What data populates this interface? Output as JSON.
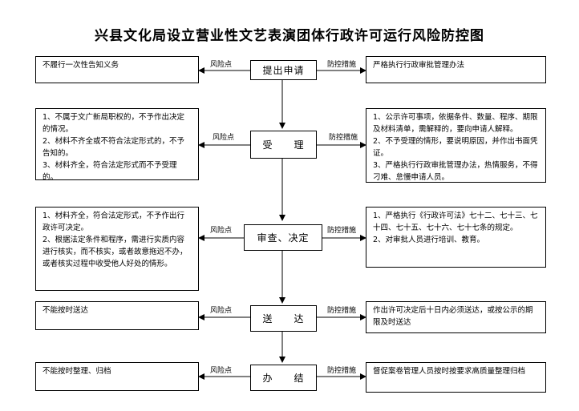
{
  "title": "兴县文化局设立营业性文艺表演团体行政许可运行风险防控图",
  "risk_label": "风险点",
  "measure_label": "防控措施",
  "steps": [
    {
      "name": "提出申请",
      "risk": "不履行一次性告知义务",
      "measure": "严格执行行政审批管理办法"
    },
    {
      "name": "受　　理",
      "risk": "1、不属于文广新局职权的，不予作出决定的情况。\n2、材料不齐全或不符合法定形式的，不予告知的。\n3、材料齐全，符合法定形式而不予受理的。",
      "measure": "1、公示许可事项，依据条件、数量、程序、期限及材料清单，需解释的，要向申请人解释。\n2、不予受理的情形，要说明原因，并作出书面凭证。\n3、严格执行行政审批管理办法，热情服务，不得刁难、怠慢申请人员。"
    },
    {
      "name": "审查、决定",
      "risk": "1、材料齐全，符合法定形式，不予作出行政许可决定。\n2、根据法定条件和程序，需进行实质内容进行核实，而不核实，或者故意拖迟不办，或者核实过程中收受他人好处的情形。",
      "measure": "1、严格执行《行政许可法》七十二、七十三、七十四、七十五、七十六、七十七条的规定。\n2、对审批人员进行培训、教育。"
    },
    {
      "name": "送　　达",
      "risk": "不能按时送达",
      "measure": "作出许可决定后十日内必须送达，或按公示的期限及时送达"
    },
    {
      "name": "办　　结",
      "risk": "不能按时整理、归档",
      "measure": "督促案卷管理人员按时按要求高质量整理归档"
    }
  ]
}
